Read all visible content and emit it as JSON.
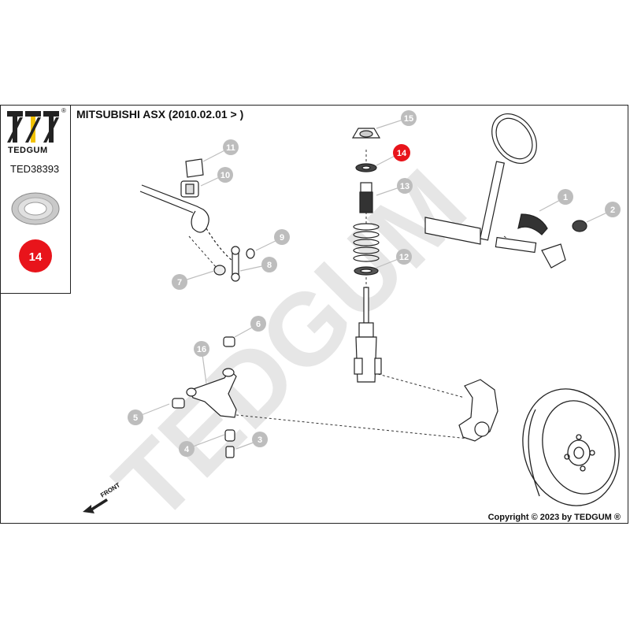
{
  "brand": {
    "name": "TEDGUM",
    "registered_mark": "®",
    "watermark": "TEDGUM"
  },
  "part_number": "TED38393",
  "title": "MITSUBISHI ASX (2010.02.01 > )",
  "highlight_callout": "14",
  "copyright": "Copyright © 2023 by TEDGUM ®",
  "front_label": "FRONT",
  "colors": {
    "highlight": "#e8141b",
    "callout": "#bdbdbd",
    "line": "#1a1a1a",
    "watermark": "#e6e6e6",
    "logo_yellow": "#f2c200"
  },
  "callouts": [
    {
      "id": "c1",
      "label": "1"
    },
    {
      "id": "c2",
      "label": "2"
    },
    {
      "id": "c3",
      "label": "3"
    },
    {
      "id": "c4",
      "label": "4"
    },
    {
      "id": "c5",
      "label": "5"
    },
    {
      "id": "c6",
      "label": "6"
    },
    {
      "id": "c7",
      "label": "7"
    },
    {
      "id": "c8",
      "label": "8"
    },
    {
      "id": "c9",
      "label": "9"
    },
    {
      "id": "c10",
      "label": "10"
    },
    {
      "id": "c11",
      "label": "11"
    },
    {
      "id": "c12",
      "label": "12"
    },
    {
      "id": "c13",
      "label": "13"
    },
    {
      "id": "c14",
      "label": "14"
    },
    {
      "id": "c15",
      "label": "15"
    },
    {
      "id": "c16",
      "label": "16"
    }
  ]
}
